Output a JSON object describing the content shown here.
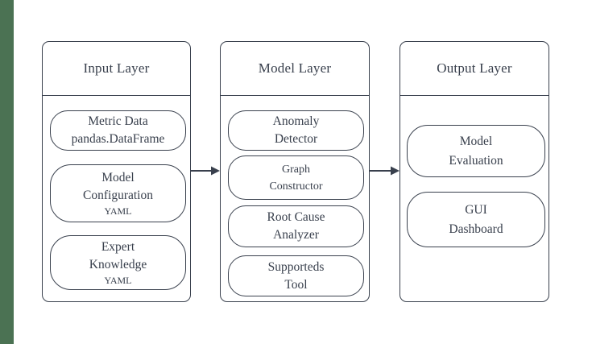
{
  "colors": {
    "accent_bar_green": "#4b7253",
    "stroke": "#39404d",
    "text": "#39404d",
    "background": "#ffffff"
  },
  "diagram": {
    "columns": [
      {
        "title": "Input Layer",
        "boxes": [
          {
            "lines": [
              "Metric Data",
              "pandas.DataFrame"
            ]
          },
          {
            "lines": [
              "Model",
              "Configuration",
              "YAML"
            ]
          },
          {
            "lines": [
              "Expert",
              "Knowledge",
              "YAML"
            ]
          }
        ]
      },
      {
        "title": "Model Layer",
        "boxes": [
          {
            "lines": [
              "Anomaly",
              "Detector"
            ]
          },
          {
            "lines": [
              "Graph",
              "Constructor"
            ]
          },
          {
            "lines": [
              "Root Cause",
              "Analyzer"
            ]
          },
          {
            "lines": [
              "Supporteds",
              "Tool"
            ]
          }
        ]
      },
      {
        "title": "Output Layer",
        "boxes": [
          {
            "lines": [
              "Model",
              "Evaluation"
            ]
          },
          {
            "lines": [
              "GUI",
              "Dashboard"
            ]
          }
        ]
      }
    ],
    "arrows": [
      {
        "from": "Input Layer",
        "to": "Model Layer"
      },
      {
        "from": "Model Layer",
        "to": "Output Layer"
      }
    ]
  }
}
